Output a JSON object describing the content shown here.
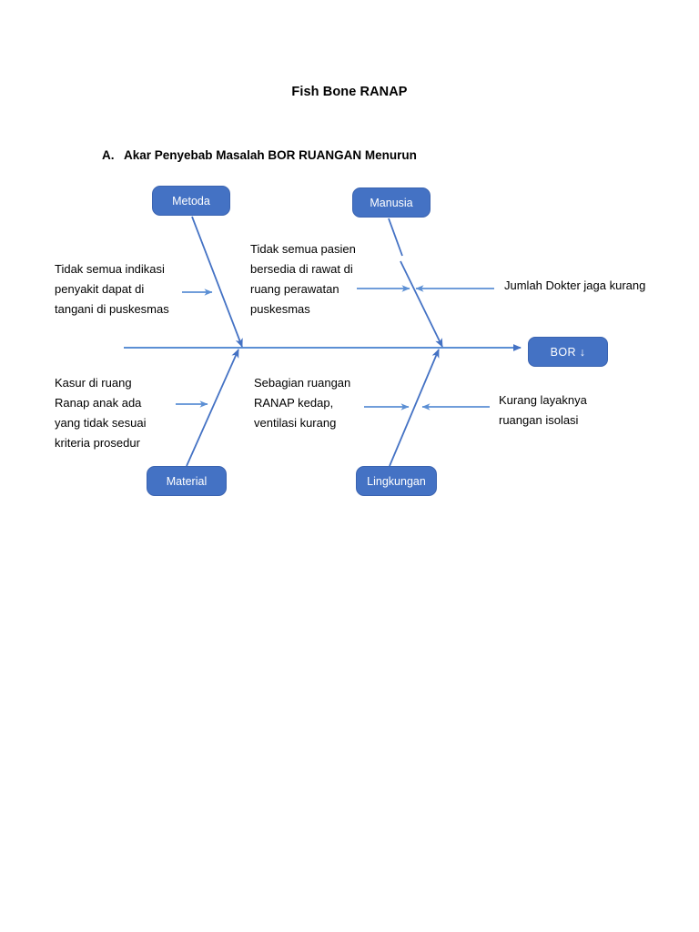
{
  "document": {
    "title": "Fish Bone RANAP",
    "section": {
      "marker": "A.",
      "heading": "Akar Penyebab Masalah BOR RUANGAN Menurun"
    }
  },
  "colors": {
    "box_fill": "#4472C4",
    "box_text": "#FFFFFF",
    "line": "#4472C4",
    "arrow": "#5B8FD4",
    "page_background": "#FFFFFF",
    "text": "#000000"
  },
  "diagram": {
    "type": "fishbone",
    "effect": {
      "label": "BOR ↓",
      "name": "bor-head-box"
    },
    "categories": [
      {
        "name": "metoda",
        "label": "Metoda",
        "position": "top-left",
        "cause": "Tidak semua indikasi\npenyakit dapat di\ntangani di puskesmas"
      },
      {
        "name": "manusia",
        "label": "Manusia",
        "position": "top-right",
        "cause": "Tidak semua pasien\nbersedia di rawat di\nruang perawatan\npuskesmas",
        "cause_right": "Jumlah Dokter jaga kurang"
      },
      {
        "name": "material",
        "label": "Material",
        "position": "bottom-left",
        "cause": "Kasur di ruang\nRanap anak ada\nyang tidak sesuai\nkriteria prosedur"
      },
      {
        "name": "lingkungan",
        "label": "Lingkungan",
        "position": "bottom-right",
        "cause": "Sebagian ruangan\nRANAP kedap,\nventilasi kurang",
        "cause_right": "Kurang layaknya\nruangan isolasi"
      }
    ]
  }
}
